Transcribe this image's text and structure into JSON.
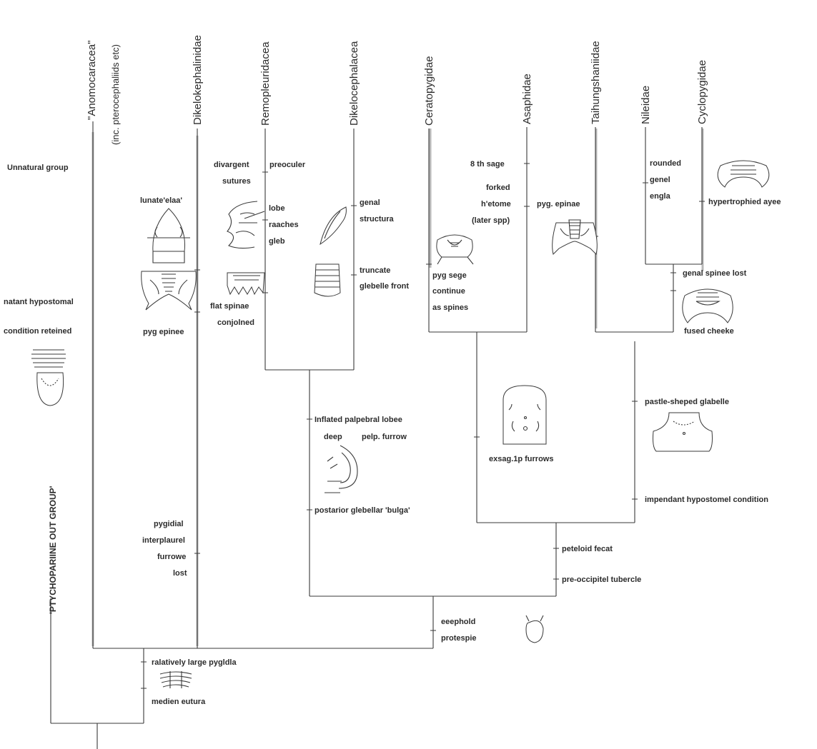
{
  "taxa": {
    "anomocaracea": "\"Anomocaracea\"",
    "anomocaracea_note": "(inc. pterocephaliids etc)",
    "dikelokephalinidae": "Dikelokephalinidae",
    "remopleuridacea": "Remopleuridacea",
    "dikelocephalacea": "Dikelocephalacea",
    "ceratopygidae": "Ceratopygidae",
    "asaphidae": "Asaphidae",
    "taihungshaniidae": "Taihungshaniidae",
    "nileidae": "Nileidae",
    "cyclopygidae": "Cyclopygidae"
  },
  "outgroup": "'PTYCHOPARIINE OUT GROUP'",
  "characters": {
    "unnatural_group": "Unnatural group",
    "natant_1": "natant hypostomal",
    "natant_2": "condition reteined",
    "lunate": "lunate'elaa'",
    "pyg_epinee": "pyg epinee",
    "divargent": "divargent",
    "sutures": "sutures",
    "preoculer": "preoculer",
    "lobe": "lobe",
    "raaches": "raaches",
    "gleb": "gleb",
    "flat_spinae": "flat spinae",
    "conjolned": "conjolned",
    "genal": "genal",
    "structura": "structura",
    "truncate": "truncate",
    "glebelle_front": "glebelle front",
    "sage_8th": "8 th sage",
    "forked": "forked",
    "hetome": "h'etome",
    "later_spp": "(later spp)",
    "pyg_sege": "pyg sege",
    "continue": "continue",
    "as_spines": "as spines",
    "pyg_epinae": "pyg. epinae",
    "rounded": "rounded",
    "genel": "genel",
    "engla": "engla",
    "hypertrophied": "hypertrophied ayee",
    "genal_spinee_lost": "genal spinee lost",
    "fused_cheeke": "fused cheeke",
    "pastle": "pastle-sheped glabelle",
    "impendant": "impendant hypostomel condition",
    "inflated": "Inflated palpebral lobee",
    "deep": "deep",
    "pelp_furrow": "pelp. furrow",
    "postarior": "postarior glebellar 'bulga'",
    "exsag": "exsag.1p furrows",
    "pygidial": "pygidial",
    "interplaurel": "interplaurel",
    "furrowe": "furrowe",
    "lost": "lost",
    "peteloid": "peteloid fecat",
    "pre_occipitel": "pre-occipitel tubercle",
    "eeephold": "eeephold",
    "protespie": "protespie",
    "ralatively": "ralatively large pygldla",
    "medien": "medien eutura"
  }
}
